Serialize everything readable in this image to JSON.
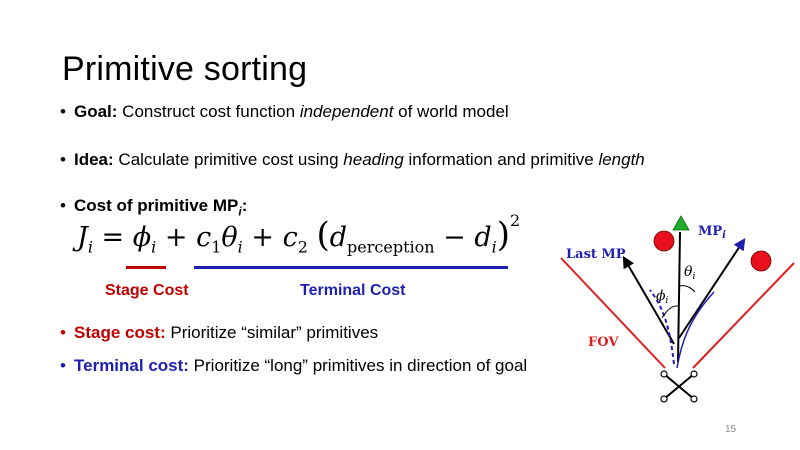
{
  "slide": {
    "title": "Primitive sorting",
    "page_number": "15"
  },
  "bullets": {
    "goal": {
      "label": "Goal:",
      "text1": " Construct cost function ",
      "emph": "independent",
      "text2": " of world model"
    },
    "idea": {
      "label": "Idea:",
      "text1": " Calculate primitive cost using ",
      "emph1": "heading",
      "text2": " information and primitive ",
      "emph2": "length"
    },
    "cost": {
      "label": "Cost of primitive MP",
      "sub": "i",
      "colon": ":"
    },
    "stage": {
      "label": "Stage cost:",
      "text": " Prioritize “similar” primitives"
    },
    "terminal": {
      "label": "Terminal cost:",
      "text": " Prioritize “long” primitives in direction of goal"
    }
  },
  "equation": {
    "J": "J",
    "i": "i",
    "eq": " = ",
    "phi": "ϕ",
    "plus": " + ",
    "c": "c",
    "one": "1",
    "theta": "θ",
    "two": "2",
    "lparen": "(",
    "d": "d",
    "perception": "perception",
    "minus": " − ",
    "rparen": ")",
    "sq": "2"
  },
  "cost_labels": {
    "stage": "Stage Cost",
    "terminal": "Terminal Cost"
  },
  "diagram": {
    "last_mp": "Last MP",
    "mp_main": "MP",
    "mp_sub": "i",
    "theta": "θ",
    "theta_sub": "i",
    "phi": "ϕ",
    "phi_sub": "i",
    "fov": "FOV",
    "colors": {
      "fov": "#e02020",
      "obstacle": "#e8101c",
      "goal": "#1fae2a",
      "blue": "#1f1fb0",
      "navy": "#0000c8"
    }
  }
}
